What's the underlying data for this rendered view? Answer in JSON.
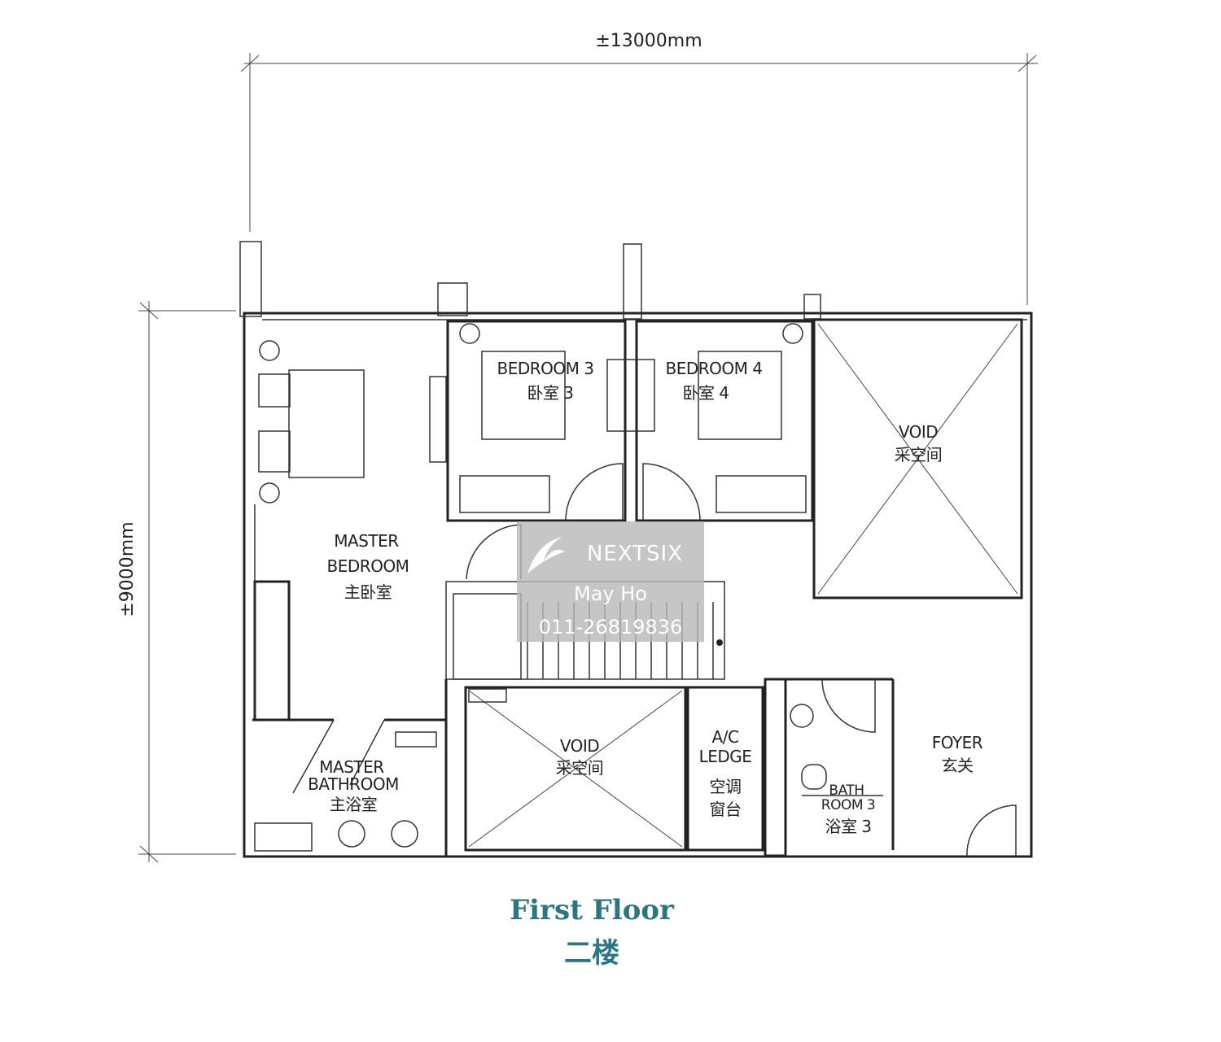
{
  "dimensions": {
    "width": "±13000mm",
    "depth": "±9000mm"
  },
  "rooms": {
    "bedroom3": {
      "en": "BEDROOM 3",
      "zh": "卧室 3"
    },
    "bedroom4": {
      "en": "BEDROOM 4",
      "zh": "卧室 4"
    },
    "void_top": {
      "en": "VOID",
      "zh": "采空间"
    },
    "master_bedroom": {
      "en1": "MASTER",
      "en2": "BEDROOM",
      "zh": "主卧室"
    },
    "master_bathroom": {
      "en1": "MASTER",
      "en2": "BATHROOM",
      "zh": "主浴室"
    },
    "void_bottom": {
      "en": "VOID",
      "zh": "采空间"
    },
    "ac_ledge": {
      "en1": "A/C",
      "en2": "LEDGE",
      "zh1": "空调",
      "zh2": "窗台"
    },
    "bathroom3": {
      "en1": "BATH",
      "en2": "ROOM 3",
      "zh": "浴室 3"
    },
    "foyer": {
      "en": "FOYER",
      "zh": "玄关"
    }
  },
  "watermark": {
    "brand": "NEXTSIX",
    "agent": "May Ho",
    "phone": "011-26819836"
  },
  "title": {
    "en": "First Floor",
    "zh": "二楼",
    "color": "#2b7585"
  }
}
